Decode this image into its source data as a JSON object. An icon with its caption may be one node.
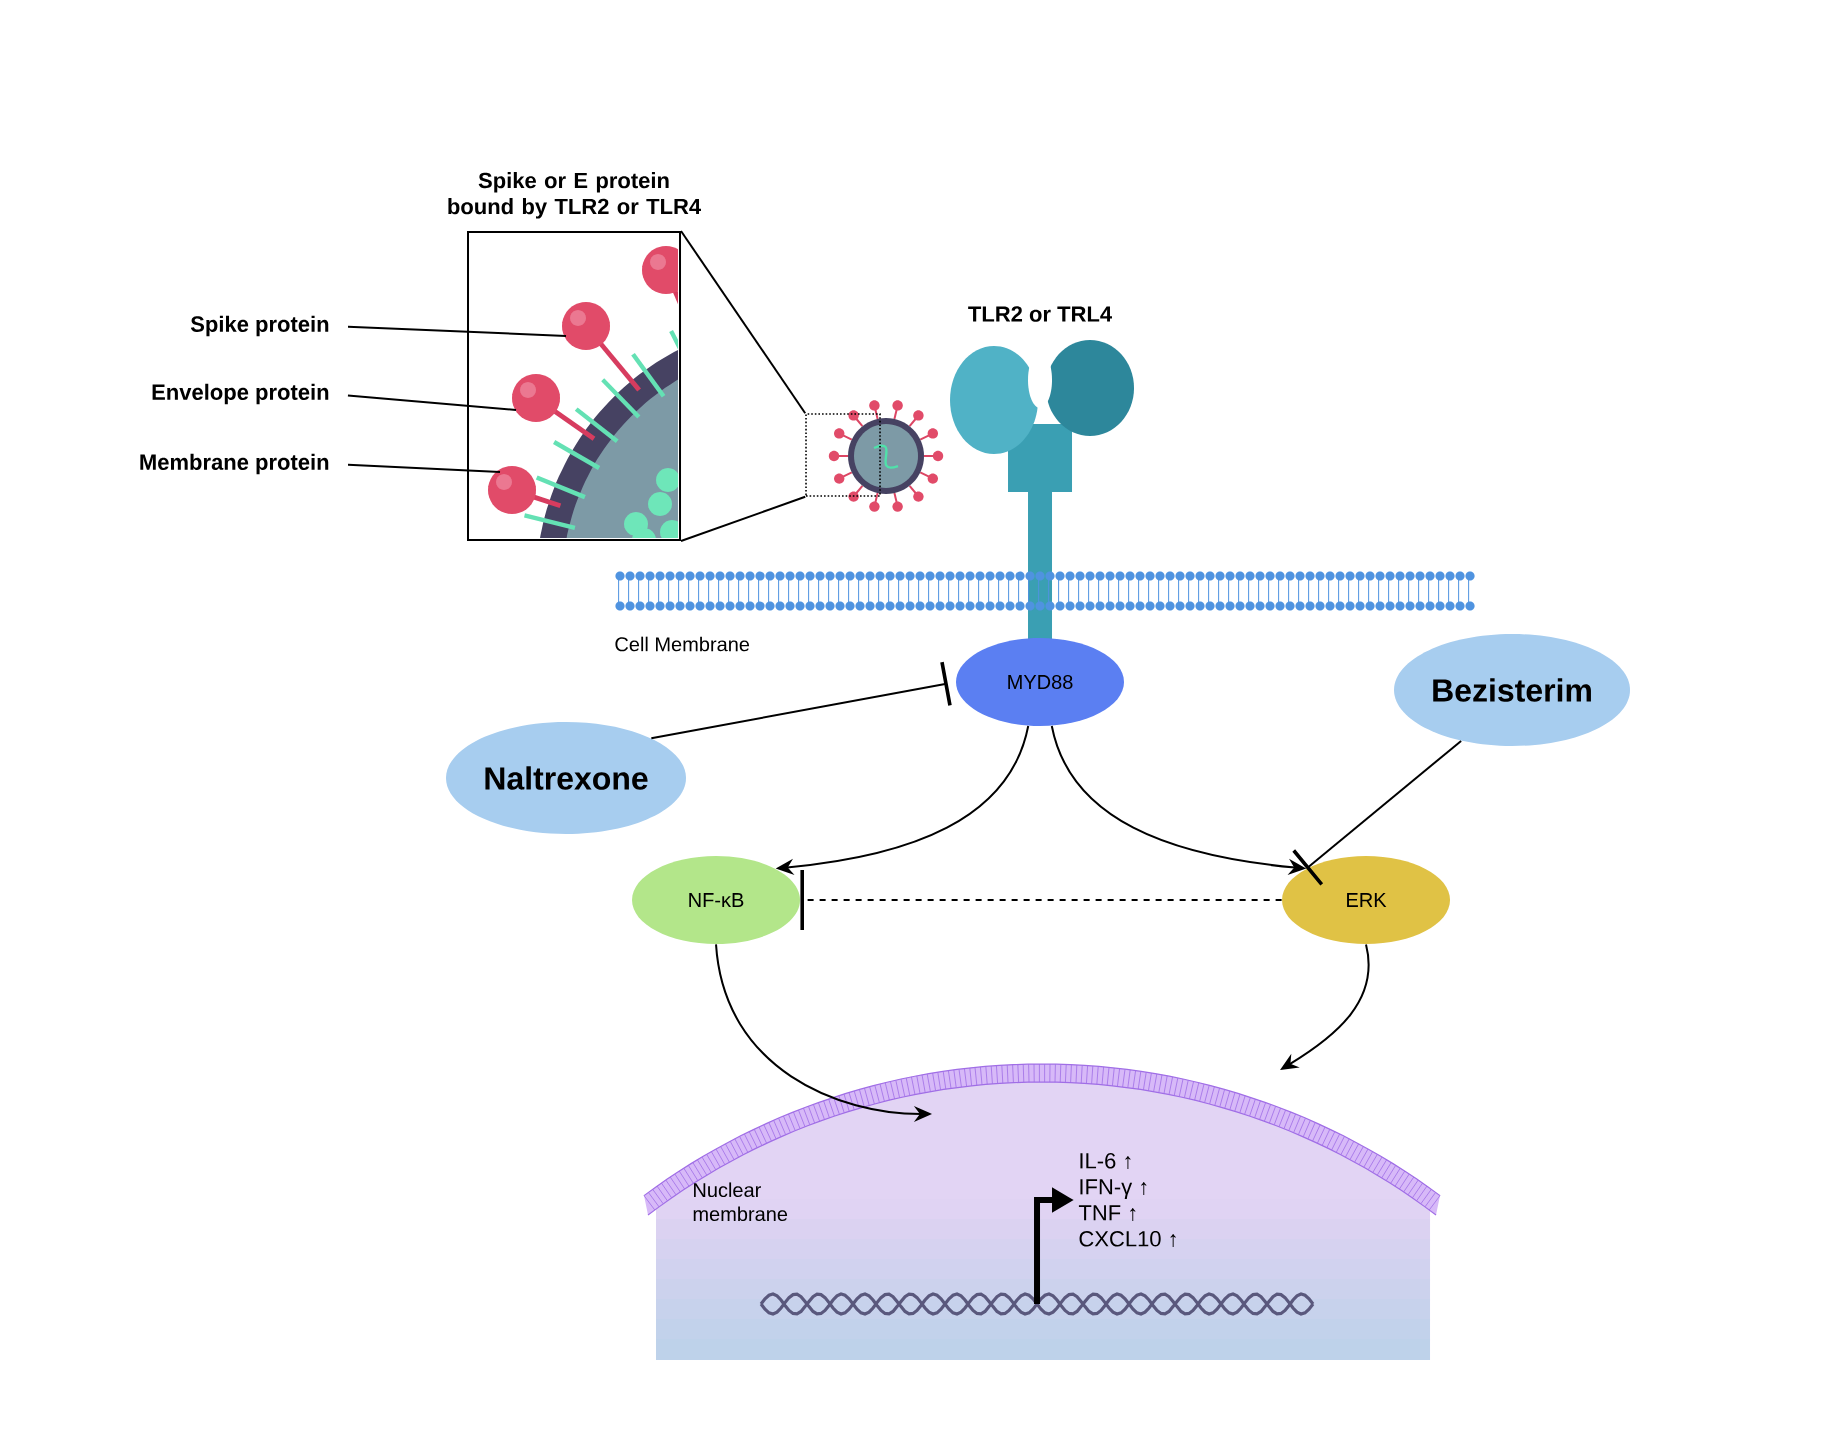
{
  "diagram": {
    "nodes": [
      {
        "text": [
          "Spike or E protein bound by TLR2 or TLR4"
        ]
      },
      {
        "text": [
          "Spike protein"
        ]
      },
      {
        "text": [
          "Envelope protein"
        ]
      },
      {
        "text": [
          "Membrane protein"
        ]
      },
      {
        "text": [],
        "shape": "picture"
      },
      {
        "text": [
          "TLR2 or TRL4"
        ]
      },
      {
        "text": [
          "Cell Membrane"
        ]
      },
      {
        "text": [
          "MYD88"
        ]
      },
      {
        "text": [
          "Naltrexone"
        ]
      },
      {
        "text": [
          "Bezisterim"
        ]
      },
      {
        "text": [
          "NF-κB"
        ]
      },
      {
        "text": [
          "ERK"
        ]
      },
      {
        "text": [
          "Nuclear membrane"
        ]
      },
      {
        "text": [],
        "shape": "picture",
        "in": 12
      },
      {
        "text": [
          "IL-6 ↑",
          "IFN-γ ↑",
          "TNF ↑",
          "CXCL10 ↑"
        ],
        "in": 12
      }
    ],
    "edges": [
      {
        "from": 1,
        "to": 0,
        "arrow": "none"
      },
      {
        "from": 2,
        "to": 0,
        "arrow": "none"
      },
      {
        "from": 3,
        "to": 0,
        "arrow": "none"
      },
      {
        "from": 0,
        "to": 4,
        "arrow": "none"
      },
      {
        "from": 0,
        "to": 4,
        "arrow": "none"
      },
      {
        "from": 8,
        "to": 7,
        "arrow": "other"
      },
      {
        "from": 7,
        "to": 10,
        "arrow": "to"
      },
      {
        "from": 7,
        "to": 11,
        "arrow": "to"
      },
      {
        "from": 9,
        "to": 11,
        "arrow": "other"
      },
      {
        "from": 11,
        "to": 10,
        "arrow": "other",
        "style": "dashed"
      },
      {
        "from": 10,
        "to": 12,
        "arrow": "to"
      },
      {
        "from": 11,
        "to": 12,
        "arrow": "to"
      },
      {
        "from": 13,
        "to": 14,
        "arrow": "to",
        "style": "thick"
      }
    ]
  }
}
